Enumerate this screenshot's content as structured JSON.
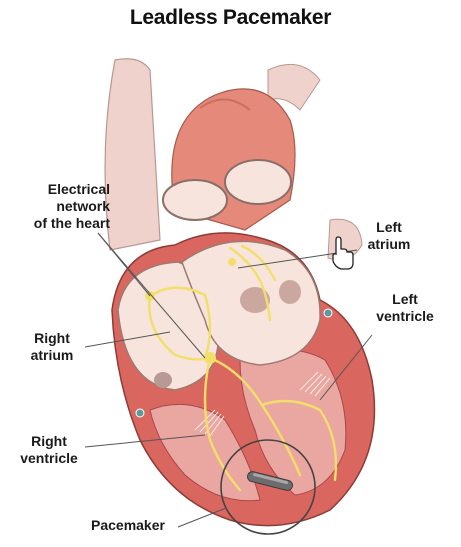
{
  "title": "Leadless Pacemaker",
  "labels": {
    "electrical_network": "Electrical\nnetwork\nof the heart",
    "left_atrium": "Left\natrium",
    "left_ventricle": "Left\nventricle",
    "right_atrium": "Right\natrium",
    "right_ventricle": "Right\nventricle",
    "pacemaker": "Pacemaker"
  },
  "colors": {
    "vessel": "#f0d2cc",
    "aorta": "#e58a7a",
    "chamber": "#f6e4dd",
    "muscle": "#d9675f",
    "conduction": "#f2df6a",
    "device": "#6d6d6d"
  },
  "icons": {
    "cursor": "hand-pointer-icon"
  }
}
